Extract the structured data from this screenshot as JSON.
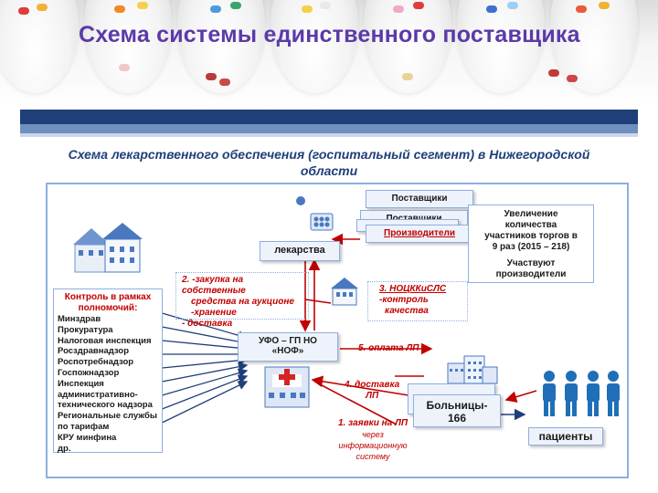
{
  "title": "Схема системы единственного поставщика",
  "slide": {
    "subtitle_line1": "Схема лекарственного обеспечения (госпитальный сегмент) в Нижегородской",
    "subtitle_line2": "области"
  },
  "nodes": {
    "suppliers_1": "Поставщики",
    "suppliers_2": "Поставщики",
    "manufacturers": "Производители",
    "drugs": "лекарства",
    "increase_text": [
      "Увеличение",
      "количества",
      "участников торгов в",
      "9 раз (2015 – 218)"
    ],
    "participate_text": [
      "Участвуют",
      "производители"
    ],
    "ufo_line1": "УФО – ГП НО",
    "ufo_line2": "«НОФ»",
    "hospitals_line1": "Больницы-",
    "hospitals_line2": "166",
    "patients": "пациенты",
    "control_title": [
      "Контроль в рамках",
      "полномочий:"
    ],
    "control_items": [
      "Минздрав",
      "Прокуратура",
      "Налоговая инспекция",
      "Росздравнадзор",
      "Роспотребнадзор",
      "Госпожнадзор",
      "Инспекция",
      "административно-",
      "технического надзора",
      "Региональные службы",
      "по тарифам",
      "КРУ минфина",
      "др."
    ],
    "step2": [
      "2. -закупка на собственные",
      "средства на аукционе",
      "-хранение",
      "- доставка"
    ],
    "step3": [
      "3. НОЦККиСЛС",
      "-контроль",
      "качества"
    ]
  },
  "labels": {
    "step5": "5. оплата ЛП",
    "step4_line1": "4. доставка",
    "step4_line2": "ЛП",
    "step1": [
      "1. заявки на ЛП",
      "через",
      "информационную",
      "систему"
    ]
  },
  "colors": {
    "title": "#5b3aa8",
    "accent_navy": "#1f3f7a",
    "red": "#c00000",
    "box_border": "#8eaee0",
    "people": "#1f6fb8"
  }
}
